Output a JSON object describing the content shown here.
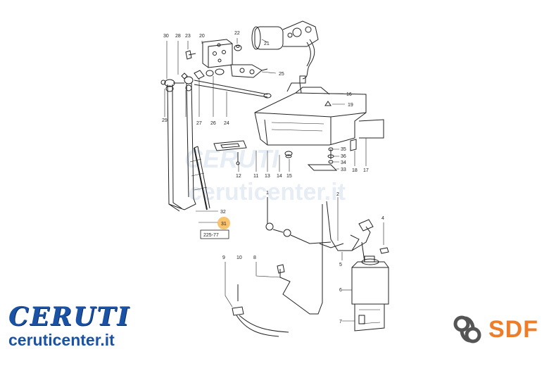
{
  "diagram": {
    "ref_code": "225-77",
    "callouts": {
      "c1": "1",
      "c2": "2",
      "c4": "4",
      "c5": "5",
      "c6": "6",
      "c7": "7",
      "c8": "8",
      "c9": "9",
      "c10": "10",
      "c11": "11",
      "c12": "12",
      "c13": "13",
      "c14": "14",
      "c15": "15",
      "c16": "16",
      "c17": "17",
      "c18": "18",
      "c19": "19",
      "c20": "20",
      "c21": "21",
      "c22": "22",
      "c23": "23",
      "c24": "24",
      "c25": "25",
      "c26": "26",
      "c27": "27",
      "c28": "28",
      "c29": "29",
      "c30": "30",
      "c31": "31",
      "c32": "32",
      "c33": "33",
      "c34": "34",
      "c35": "35",
      "c36": "36"
    },
    "highlight_color": "#f5b041"
  },
  "watermark": {
    "text": "ceruticenter.it",
    "logo_text": "CERUTI"
  },
  "branding": {
    "ceruti_name": "CERUTI",
    "ceruti_site": "ceruticenter.it",
    "sdf_text": "SDF",
    "ceruti_color": "#1a53a6",
    "sdf_color": "#ee7d2a"
  }
}
